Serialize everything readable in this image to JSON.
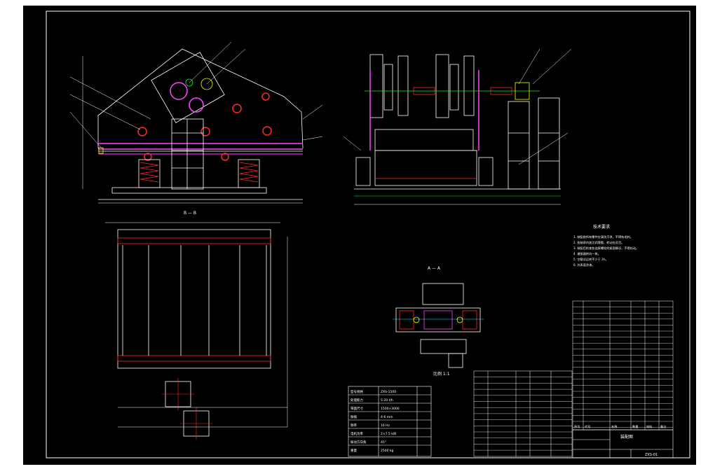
{
  "drawing": {
    "background_color": "#ffffff",
    "sheet_color": "#000000",
    "line_color": "#ffffff",
    "accent_red": "#ff2a2a",
    "accent_magenta": "#ff44ff",
    "accent_green": "#00ff00",
    "accent_cyan": "#00ffff",
    "accent_yellow": "#ffff00"
  },
  "labels": {
    "section_bb": "B — B",
    "section_aa": "A — A",
    "ratio": "比例 1:1",
    "title_block_name": "装配图",
    "drawing_no": "ZXS-01",
    "tech_title": "技术要求"
  },
  "tech_requirements": [
    "1. 装配前所有零件应清洗干净，不得有毛刺。",
    "2. 各轴承内加注润滑脂，转动应灵活。",
    "3. 装配后检查各连接螺栓的紧固情况，不得松动。",
    "4. 激振器转向一致。",
    "5. 空载试运转不少于 2h。",
    "6. 外表面涂漆。"
  ],
  "params_table": [
    [
      "型号规格",
      "ZXS-1500"
    ],
    [
      "处理能力",
      "5-20 t/h"
    ],
    [
      "筛面尺寸",
      "1500×3000"
    ],
    [
      "振幅",
      "4-6 mm"
    ],
    [
      "频率",
      "16 Hz"
    ],
    [
      "电机功率",
      "2×7.5 kW"
    ],
    [
      "振动方向角",
      "45°"
    ],
    [
      "重量",
      "2500 kg"
    ]
  ],
  "parts_header": [
    "序号",
    "代号",
    "名称",
    "数量",
    "材料",
    "备注"
  ]
}
